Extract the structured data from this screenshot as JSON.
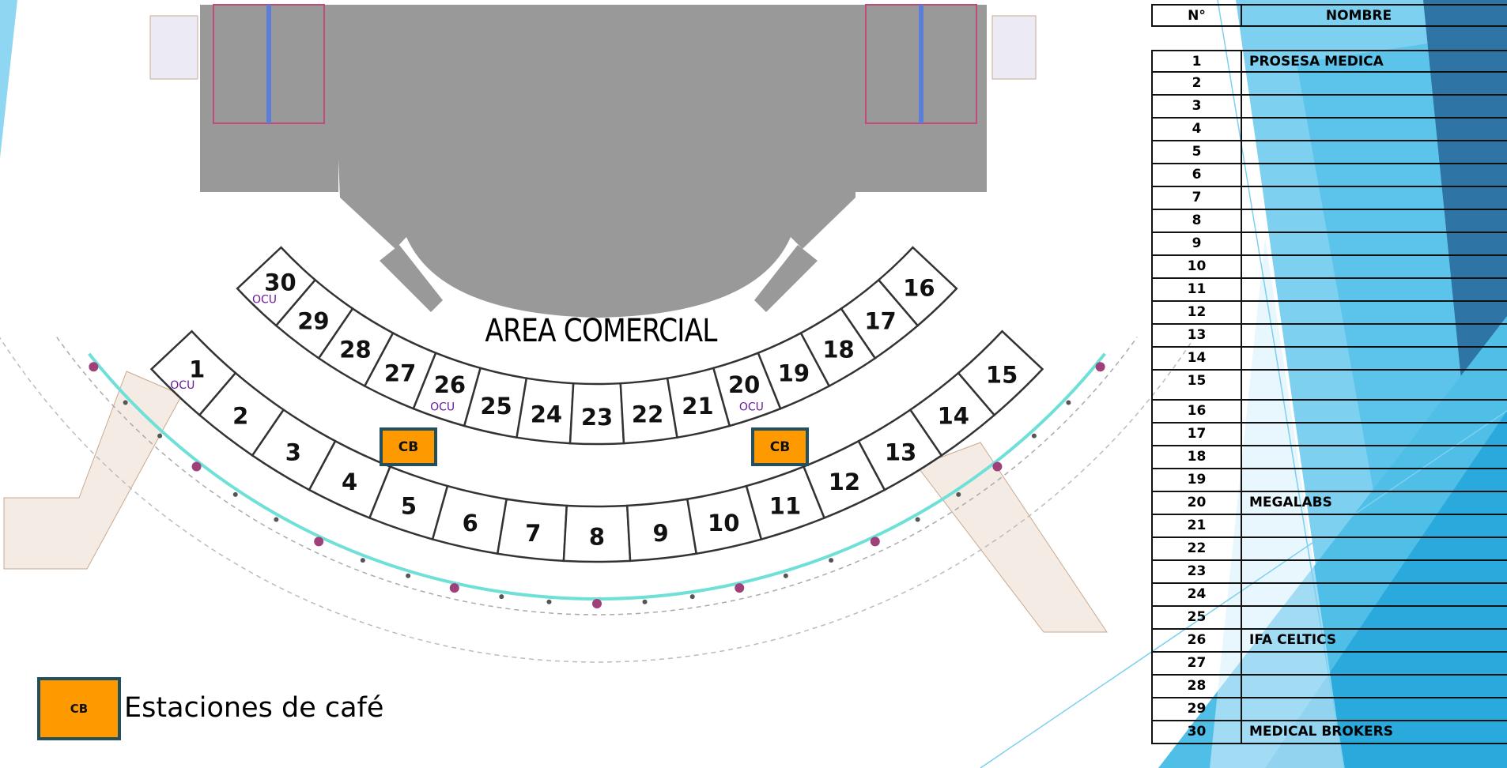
{
  "plan": {
    "title": "AREA COMERCIAL",
    "inner_row": [
      30,
      29,
      28,
      27,
      26,
      25,
      24,
      23,
      22,
      21,
      20,
      19,
      18,
      17,
      16
    ],
    "outer_row": [
      1,
      2,
      3,
      4,
      5,
      6,
      7,
      8,
      9,
      10,
      11,
      12,
      13,
      14,
      15
    ],
    "occupied": [
      1,
      20,
      26,
      30
    ],
    "occupied_label": "OCU",
    "coffee_label": "CB"
  },
  "legend": {
    "cb_label": "CB",
    "text": "Estaciones de café"
  },
  "table": {
    "header": {
      "num": "N°",
      "name": "NOMBRE"
    },
    "rows": [
      {
        "num": "1",
        "name": "PROSESA MEDICA"
      },
      {
        "num": "2",
        "name": ""
      },
      {
        "num": "3",
        "name": ""
      },
      {
        "num": "4",
        "name": ""
      },
      {
        "num": "5",
        "name": ""
      },
      {
        "num": "6",
        "name": ""
      },
      {
        "num": "7",
        "name": ""
      },
      {
        "num": "8",
        "name": ""
      },
      {
        "num": "9",
        "name": ""
      },
      {
        "num": "10",
        "name": ""
      },
      {
        "num": "11",
        "name": ""
      },
      {
        "num": "12",
        "name": ""
      },
      {
        "num": "13",
        "name": ""
      },
      {
        "num": "14",
        "name": ""
      },
      {
        "num": "15",
        "name": ""
      },
      {
        "num": "16",
        "name": ""
      },
      {
        "num": "17",
        "name": ""
      },
      {
        "num": "18",
        "name": ""
      },
      {
        "num": "19",
        "name": ""
      },
      {
        "num": "20",
        "name": "MEGALABS"
      },
      {
        "num": "21",
        "name": ""
      },
      {
        "num": "22",
        "name": ""
      },
      {
        "num": "23",
        "name": ""
      },
      {
        "num": "24",
        "name": ""
      },
      {
        "num": "25",
        "name": ""
      },
      {
        "num": "26",
        "name": "IFA CELTICS"
      },
      {
        "num": "27",
        "name": ""
      },
      {
        "num": "28",
        "name": ""
      },
      {
        "num": "29",
        "name": ""
      },
      {
        "num": "30",
        "name": "MEDICAL BROKERS"
      }
    ]
  },
  "colors": {
    "coffee": "#ff9900",
    "coffee_border": "#234f5f",
    "occupied": "#6a1b9a",
    "building": "#999999"
  }
}
